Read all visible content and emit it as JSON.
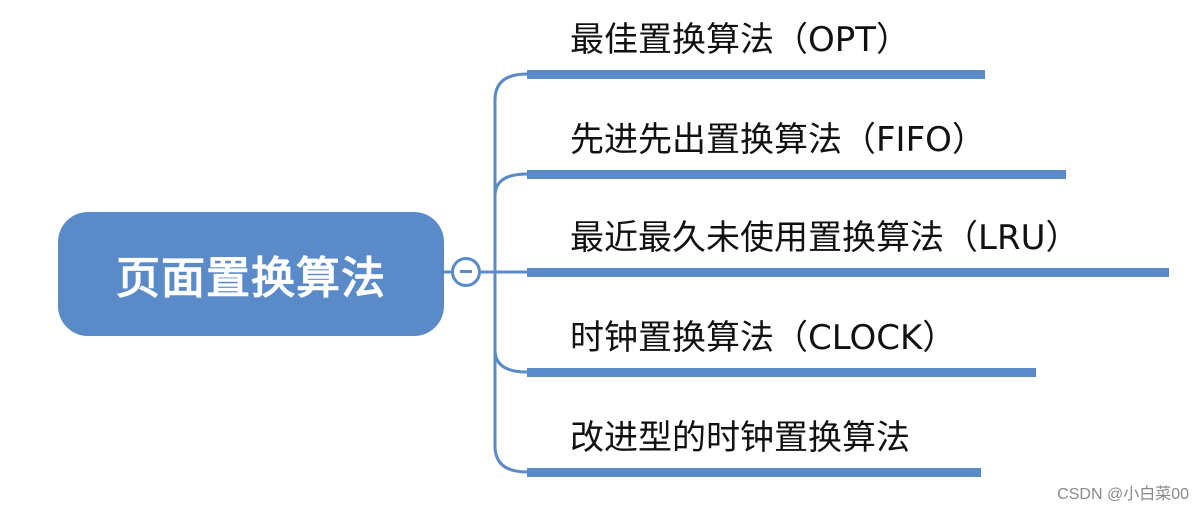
{
  "root": {
    "label": "页面置换算法"
  },
  "branches": [
    {
      "label": "最佳置换算法（OPT）"
    },
    {
      "label": "先进先出置换算法（FIFO）"
    },
    {
      "label": "最近最久未使用置换算法（LRU）"
    },
    {
      "label": "时钟置换算法（CLOCK）"
    },
    {
      "label": "改进型的时钟置换算法"
    }
  ],
  "watermark": "CSDN @小白菜00",
  "colors": {
    "accent": "#5b8ac9",
    "text": "#111111",
    "background": "#ffffff"
  },
  "icons": {
    "collapse": "collapse-minus-icon"
  }
}
